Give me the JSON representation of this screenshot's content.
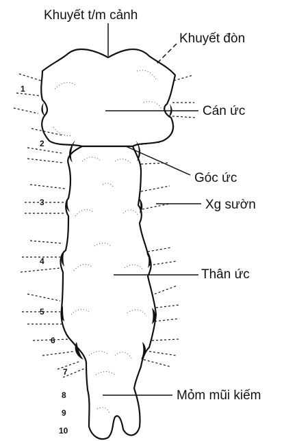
{
  "labels": {
    "jugular_notch": "Khuyết t/m cảnh",
    "clavicular_notch": "Khuyết đòn",
    "manubrium": "Cán ức",
    "sternal_angle": "Góc ức",
    "costal_cartilage": "Xg sườn",
    "body": "Thân ức",
    "xiphoid": "Mỏm mũi kiếm"
  },
  "rib_numbers": [
    "1",
    "2",
    "3",
    "4",
    "5",
    "6",
    "7",
    "8",
    "9",
    "10"
  ]
}
